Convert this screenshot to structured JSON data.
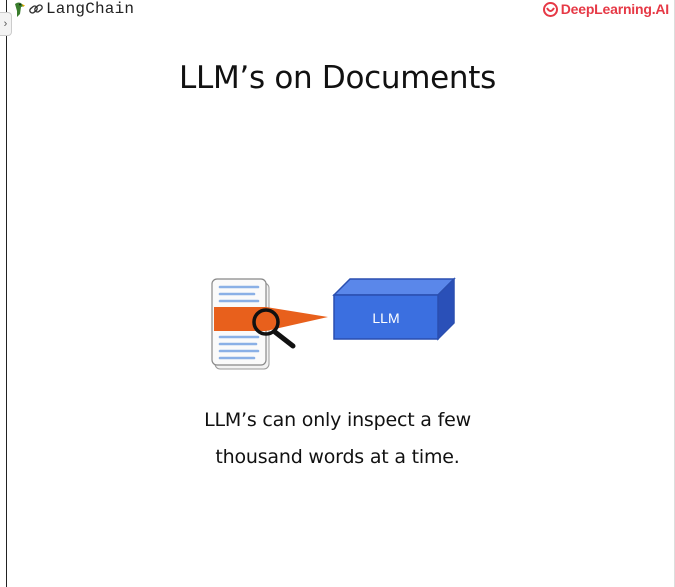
{
  "header": {
    "left_brand": "LangChain",
    "right_brand": "DeepLearning.AI"
  },
  "slide": {
    "title": "LLM’s on Documents",
    "box_label": "LLM",
    "caption_lines": [
      "LLM’s can only inspect a few",
      "thousand words at a time."
    ]
  },
  "colors": {
    "brand_red": "#e63946",
    "llm_box": "#3b6fe0",
    "highlight_orange": "#e8601c",
    "doc_lines": "#8ab0e6"
  },
  "icons": [
    "parrot-icon",
    "chain-link-icon",
    "deeplearning-logo-icon",
    "document-icon",
    "magnifier-icon",
    "chevron-right-icon"
  ]
}
